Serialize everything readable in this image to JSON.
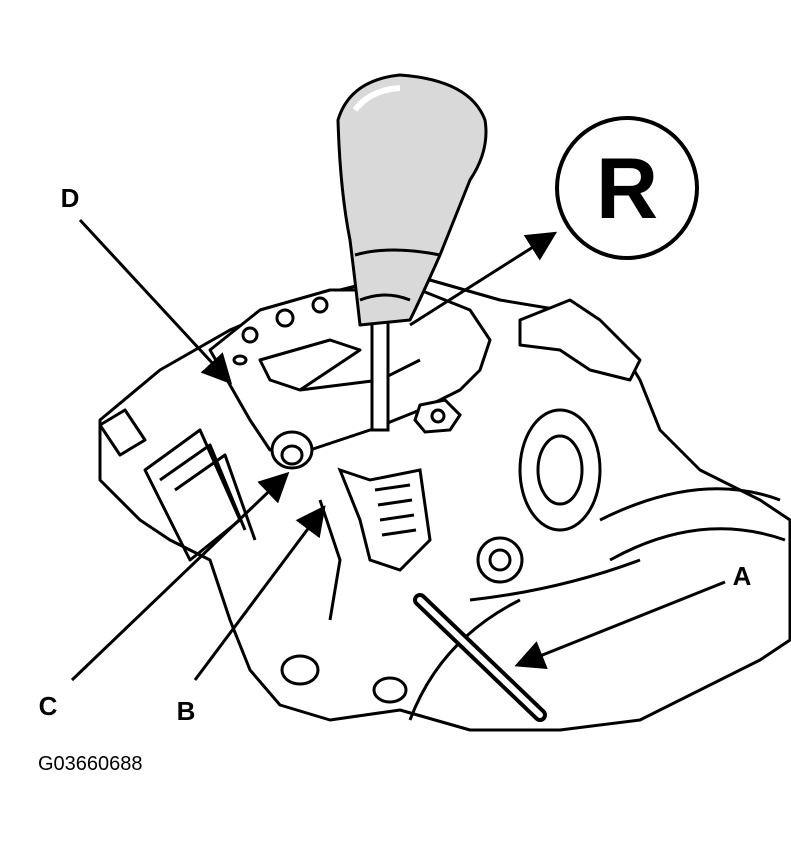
{
  "figure": {
    "shift_position_badge": "R",
    "callouts": {
      "a": "A",
      "b": "B",
      "c": "C",
      "d": "D"
    },
    "figure_code": "G03660688"
  },
  "colors": {
    "ink": "#000000",
    "paper": "#ffffff",
    "knob_shade": "#d9d9d9"
  }
}
